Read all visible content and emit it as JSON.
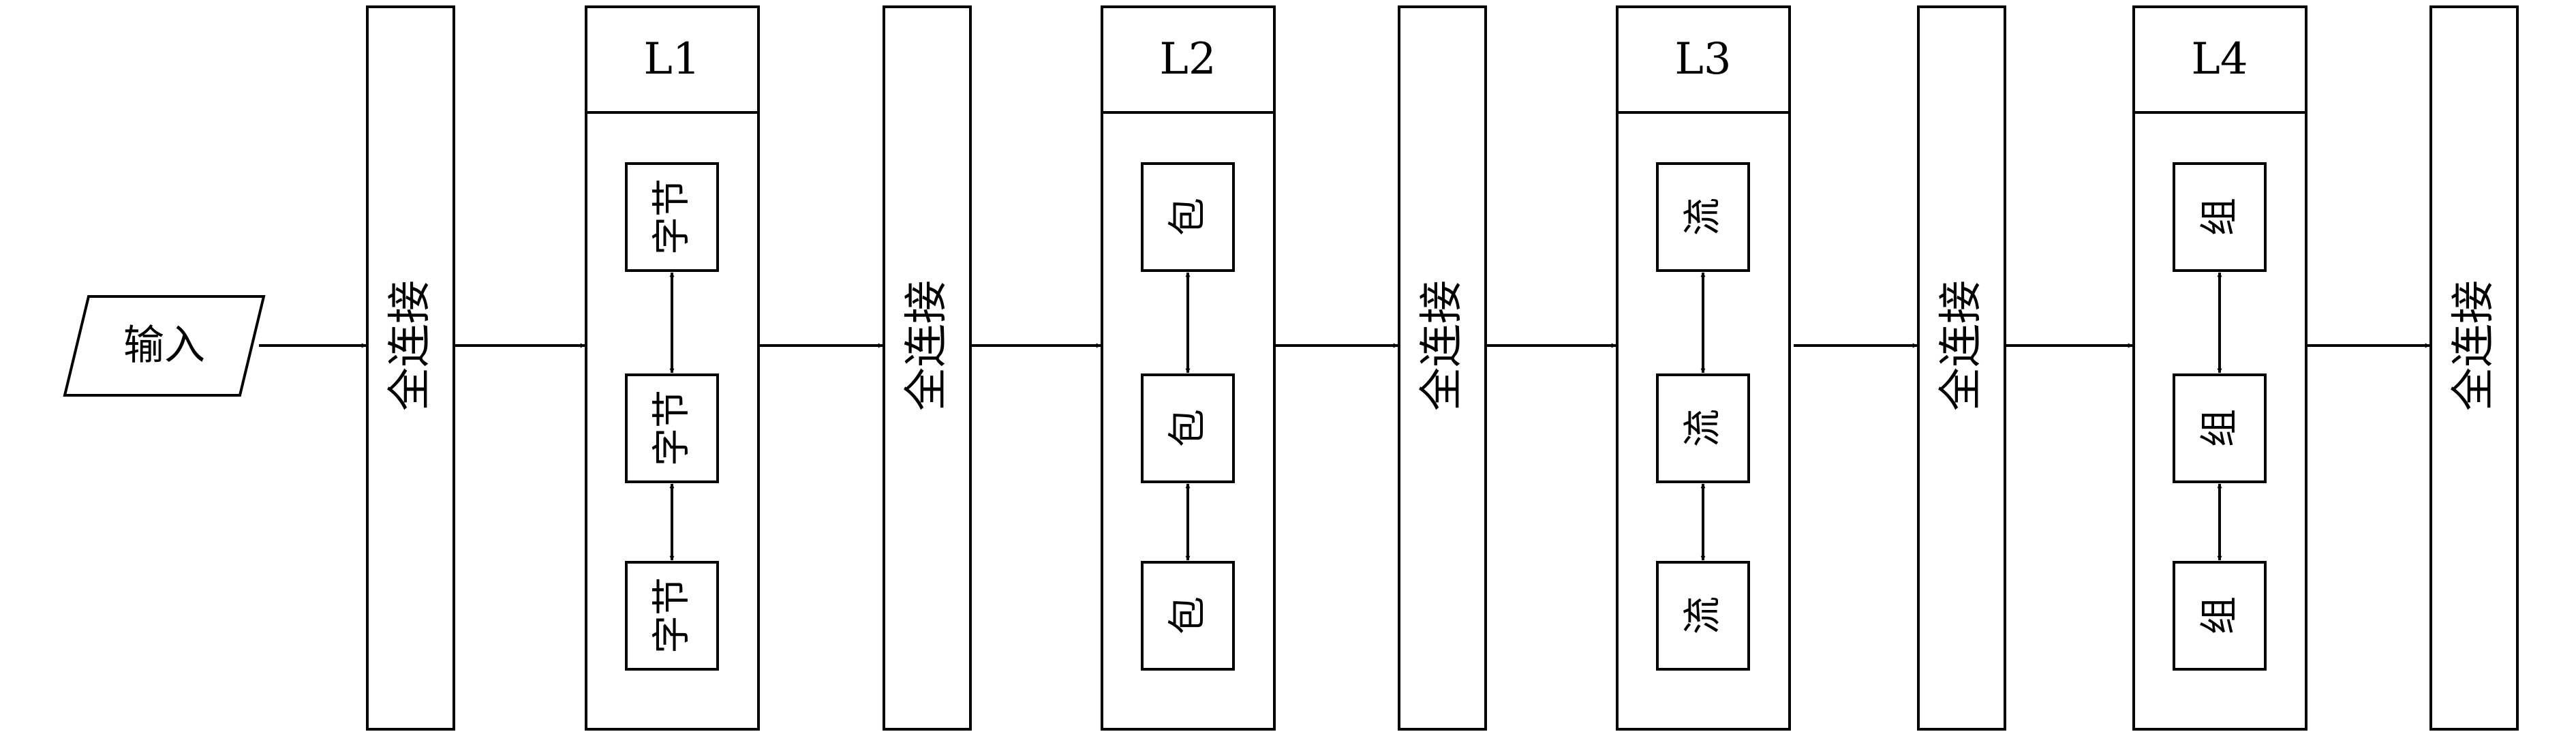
{
  "input": {
    "label": "输入"
  },
  "fc_label": "全连接",
  "fc_layers": [
    {
      "label": "全连接"
    },
    {
      "label": "全连接"
    },
    {
      "label": "全连接"
    },
    {
      "label": "全连接"
    },
    {
      "label": "全连接"
    }
  ],
  "layers": [
    {
      "title": "L1",
      "units": [
        "字节",
        "字节",
        "字节"
      ]
    },
    {
      "title": "L2",
      "units": [
        "包",
        "包",
        "包"
      ]
    },
    {
      "title": "L3",
      "units": [
        "流",
        "流",
        "流"
      ]
    },
    {
      "title": "L4",
      "units": [
        "组",
        "组",
        "组"
      ]
    }
  ],
  "colors": {
    "stroke": "#000000",
    "fill": "#ffffff"
  }
}
